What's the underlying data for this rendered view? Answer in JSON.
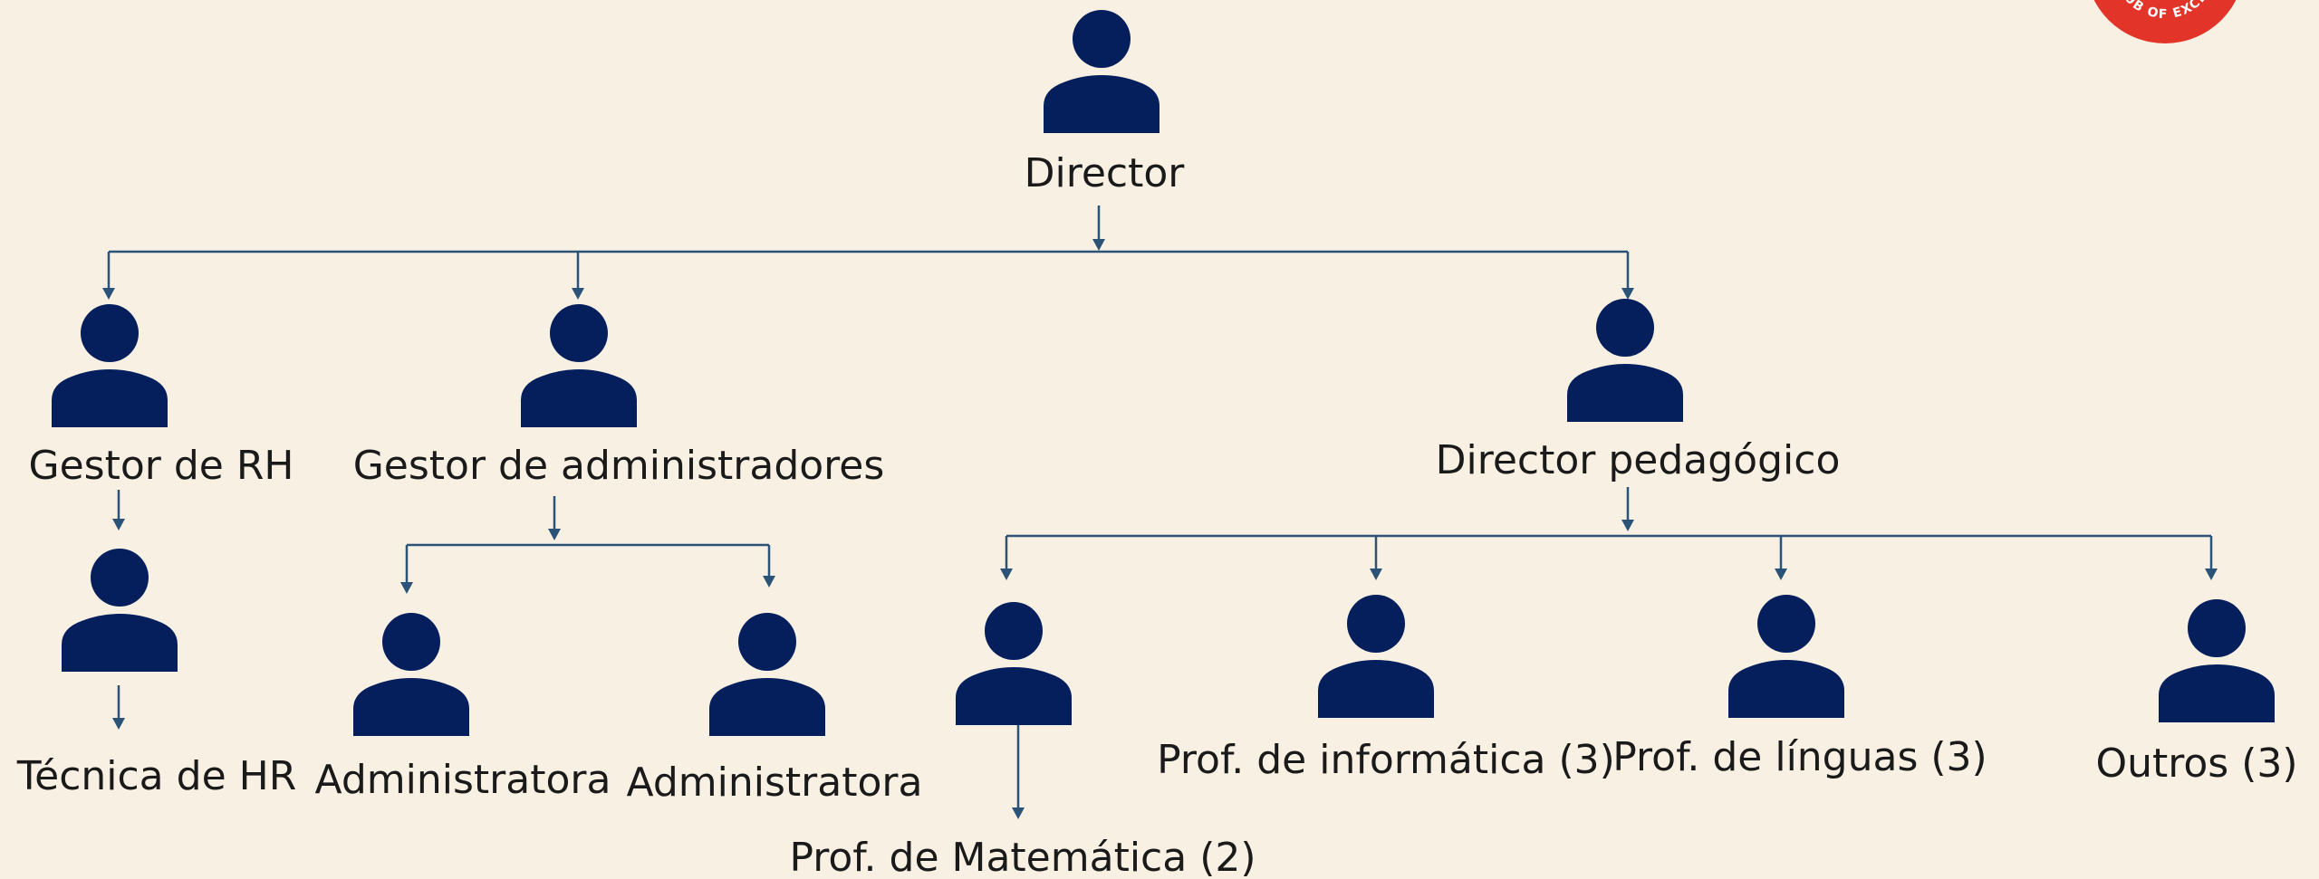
{
  "colors": {
    "background": "#f8f0e3",
    "person_icon": "#041f5c",
    "connector": "#2b5277",
    "logo_red": "#e3342a"
  },
  "logo": {
    "text": "HUB OF EXCELLE",
    "icon": "badge-logo-icon"
  },
  "nodes": {
    "director": {
      "label": "Director",
      "icon": "person-icon"
    },
    "gestor_rh": {
      "label": "Gestor de RH",
      "icon": "person-icon"
    },
    "gestor_admin": {
      "label": "Gestor de administradores",
      "icon": "person-icon"
    },
    "director_pedagogico": {
      "label": "Director pedagógico",
      "icon": "person-icon"
    },
    "tecnica_hr": {
      "label": "Técnica de HR",
      "icon": "person-icon"
    },
    "administratora_1": {
      "label": "Administratora",
      "icon": "person-icon"
    },
    "administratora_2": {
      "label": "Administratora",
      "icon": "person-icon"
    },
    "prof_matematica": {
      "label": "Prof. de Matemática (2)",
      "icon": "person-icon"
    },
    "prof_informatica": {
      "label": "Prof. de informática (3)",
      "icon": "person-icon"
    },
    "prof_linguas": {
      "label": "Prof. de línguas (3)",
      "icon": "person-icon"
    },
    "outros": {
      "label": "Outros (3)",
      "icon": "person-icon"
    }
  }
}
